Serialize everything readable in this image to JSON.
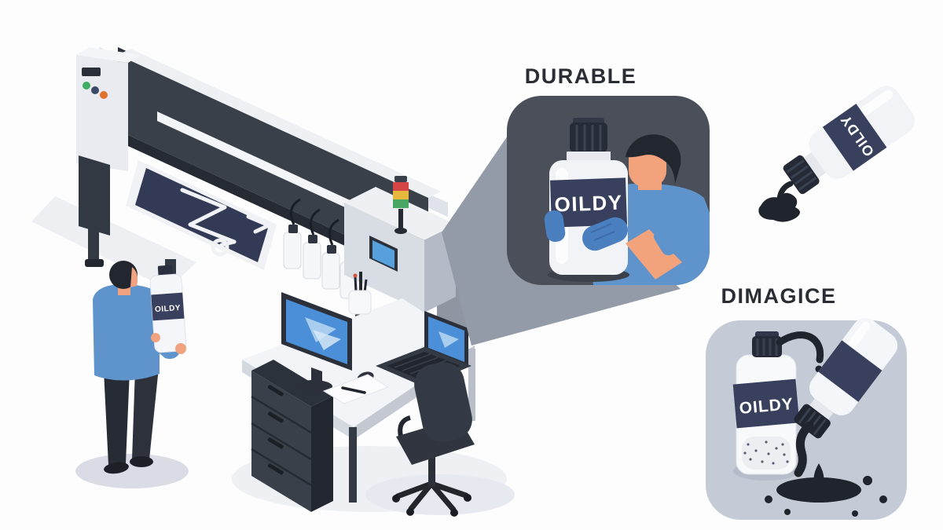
{
  "illustration": {
    "titles": {
      "durable": "DURABLE",
      "damage": "DIMAGICE"
    },
    "labels": {
      "callout_bottle": "OILDY",
      "worker_bottle": "OILDY",
      "spilled_bottle": "OILDY",
      "panel_bottle": "OILDY"
    },
    "colors": {
      "background": "#fdfdfe",
      "callout_bubble": "#4a4f5a",
      "callout_tail": "#949ba8",
      "panel_background": "#c5cad7",
      "label_navy": "#39405e",
      "ink_black": "#20242c",
      "shirt_blue": "#5e93cc",
      "glove_blue": "#4a7fc0",
      "skin": "#f0a37e",
      "printer_dark": "#394049",
      "screen_blue": "#4a8fd8",
      "tower_red": "#d64545",
      "tower_yellow": "#e6b93e",
      "tower_green": "#47a763"
    }
  }
}
